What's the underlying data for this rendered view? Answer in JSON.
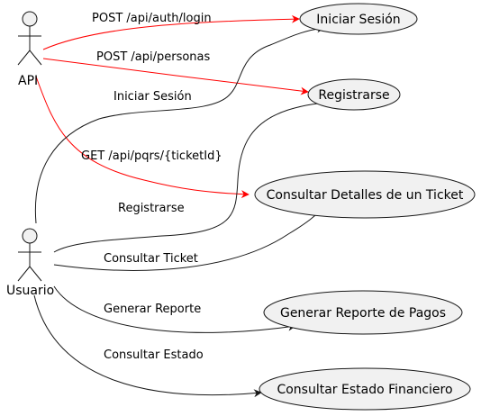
{
  "colors": {
    "actor_fill": "#f1f1f1",
    "usecase_fill": "#f1f1f1",
    "stroke": "#181818",
    "api_edge": "#ff0000",
    "user_edge": "#181818"
  },
  "actors": {
    "api": "API",
    "usuario": "Usuario"
  },
  "use_cases": {
    "login": "Iniciar Sesión",
    "register": "Registrarse",
    "ticket_details": "Consultar Detalles de un Ticket",
    "payments_report": "Generar Reporte de Pagos",
    "financial_status": "Consultar Estado Financiero"
  },
  "edges": {
    "api_login": "POST /api/auth/login",
    "api_personas": "POST /api/personas",
    "api_pqrs": "GET /api/pqrs/{ticketId}",
    "user_login": "Iniciar Sesión",
    "user_register": "Registrarse",
    "user_ticket": "Consultar Ticket",
    "user_report": "Generar Reporte",
    "user_status": "Consultar Estado"
  }
}
